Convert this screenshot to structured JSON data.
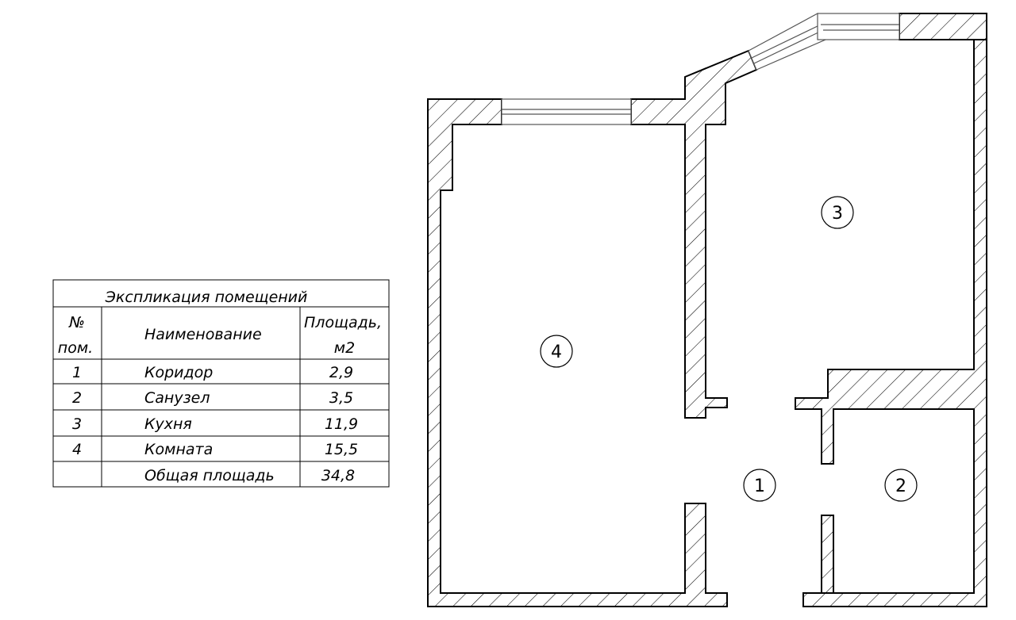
{
  "explication": {
    "title": "Экспликация помещений",
    "header": {
      "num_line1": "№",
      "num_line2": "пом.",
      "name": "Наименование",
      "area_line1": "Площадь,",
      "area_line2": "м2"
    },
    "rows": [
      {
        "num": "1",
        "name": "Коридор",
        "area": "2,9"
      },
      {
        "num": "2",
        "name": "Санузел",
        "area": "3,5"
      },
      {
        "num": "3",
        "name": "Кухня",
        "area": "11,9"
      },
      {
        "num": "4",
        "name": "Комната",
        "area": "15,5"
      }
    ],
    "total": {
      "name": "Общая площадь",
      "area": "34,8"
    }
  },
  "room_markers": [
    "1",
    "2",
    "3",
    "4"
  ],
  "colors": {
    "line": "#000000",
    "window_line": "#555555",
    "background": "#ffffff"
  }
}
